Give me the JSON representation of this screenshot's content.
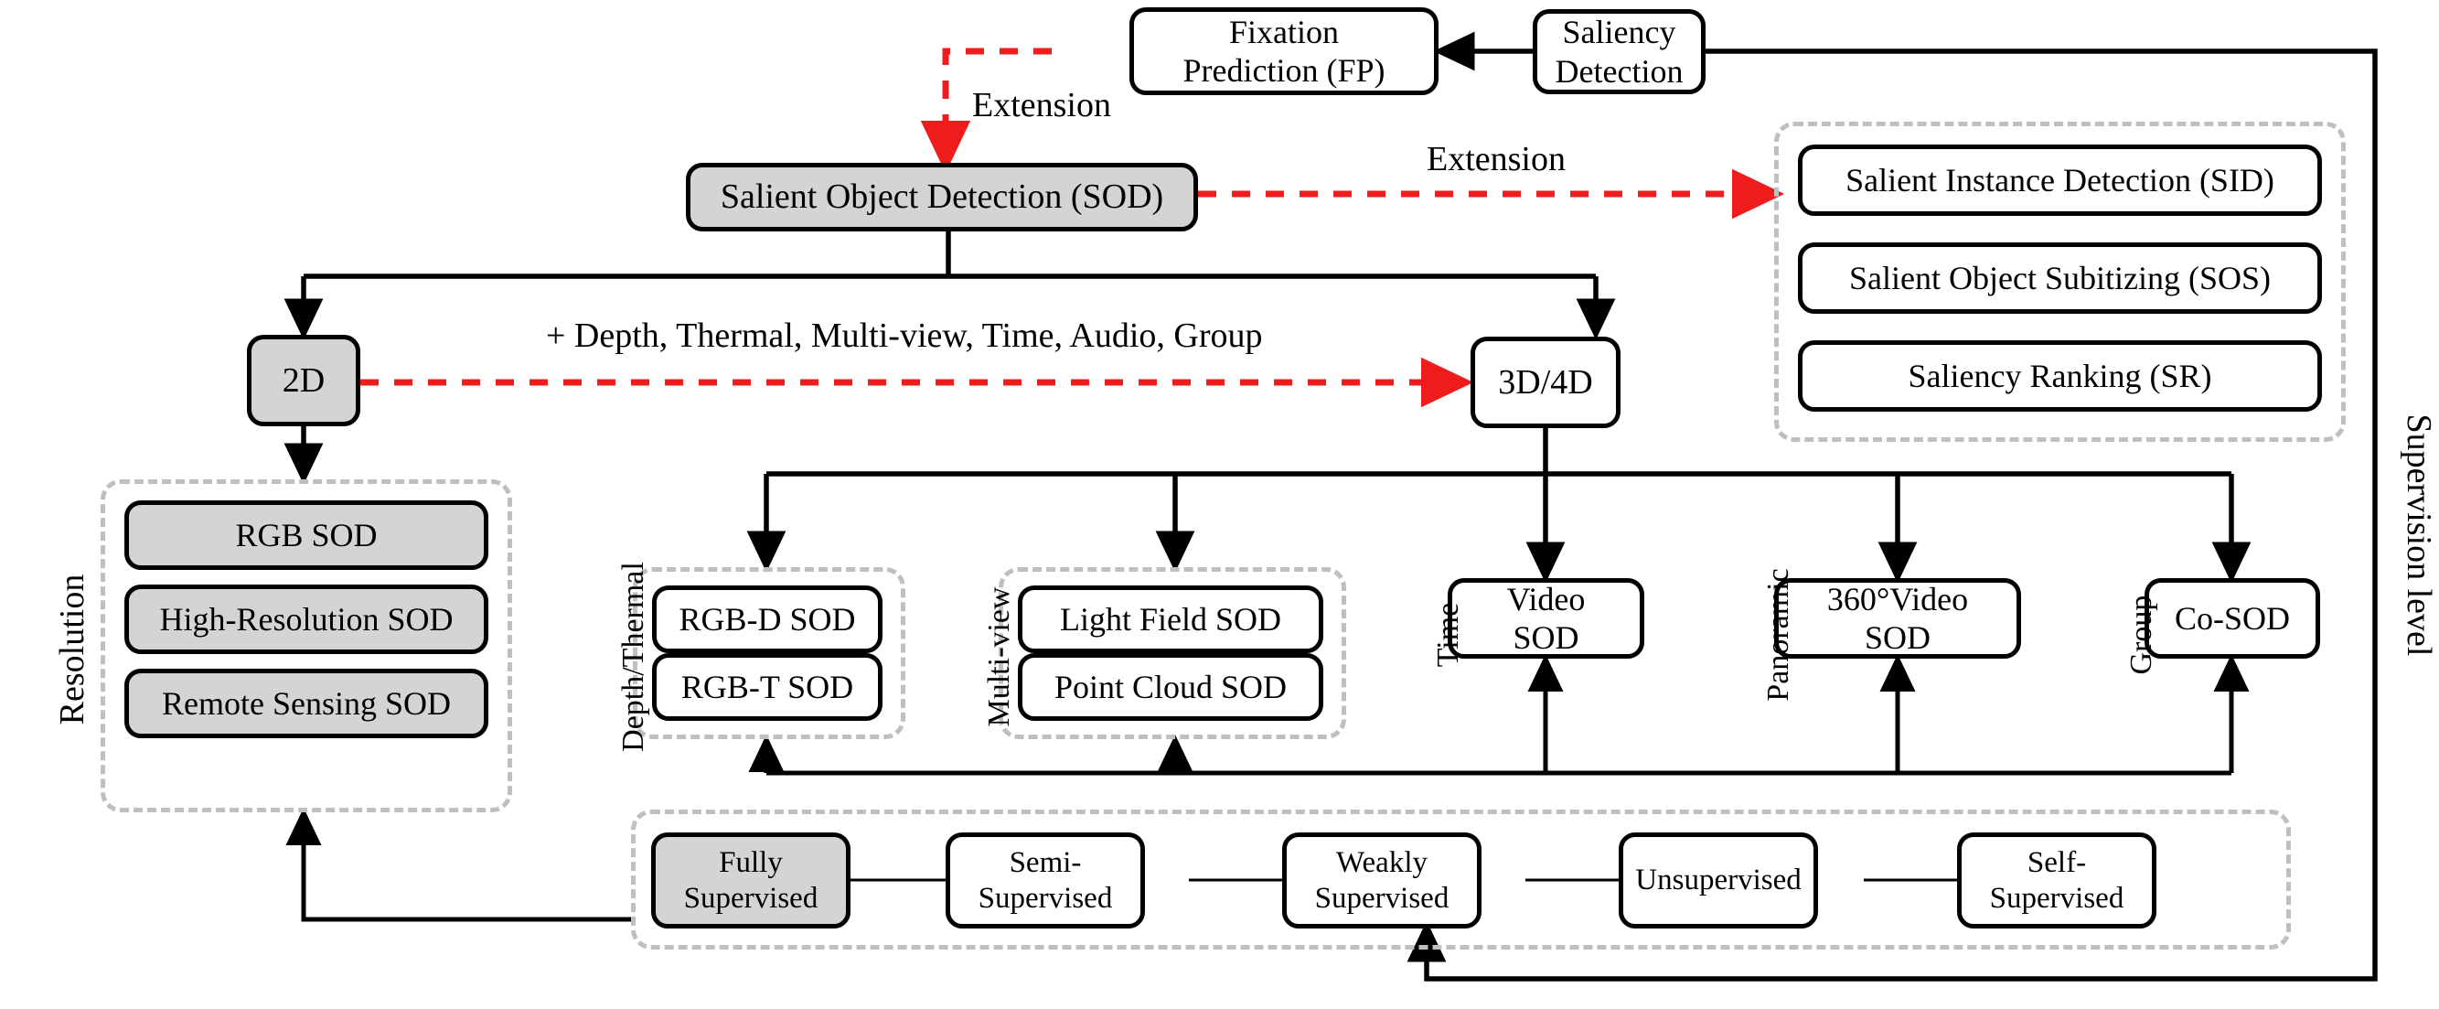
{
  "diagram": {
    "title_nodes": {
      "saliency_detection": "Saliency Detection",
      "fixation_prediction": "Fixation\nPrediction (FP)",
      "sod": "Salient Object Detection (SOD)",
      "two_d": "2D",
      "three_four_d": "3D/4D"
    },
    "edge_labels": {
      "extension_top": "Extension",
      "extension_right": "Extension",
      "modalities": "+ Depth, Thermal, Multi-view, Time, Audio, Group"
    },
    "group_labels": {
      "resolution": "Resolution",
      "depth_thermal": "Depth/Thermal",
      "multi_view": "Multi-view",
      "time": "Time",
      "panoramic": "Panoramic",
      "group": "Group",
      "supervision_level": "Supervision level"
    },
    "extensions_group": [
      "Salient Instance Detection (SID)",
      "Salient Object Subitizing (SOS)",
      "Saliency Ranking (SR)"
    ],
    "resolution_group": [
      "RGB SOD",
      "High-Resolution SOD",
      "Remote Sensing SOD"
    ],
    "depth_thermal_group": [
      "RGB-D SOD",
      "RGB-T SOD"
    ],
    "multi_view_group": [
      "Light Field SOD",
      "Point Cloud SOD"
    ],
    "time_group": [
      "Video\nSOD"
    ],
    "panoramic_group": [
      "360°Video\nSOD"
    ],
    "cogroup": [
      "Co-SOD"
    ],
    "supervision_group": [
      "Fully\nSupervised",
      "Semi-\nSupervised",
      "Weakly\nSupervised",
      "Unsupervised",
      "Self-\nSupervised"
    ],
    "colors": {
      "line": "#000000",
      "dashed_red": "#ee1c1c",
      "group_border": "#bfbfbf",
      "node_fill_shaded": "#d4d4d4",
      "node_fill": "#ffffff"
    }
  }
}
